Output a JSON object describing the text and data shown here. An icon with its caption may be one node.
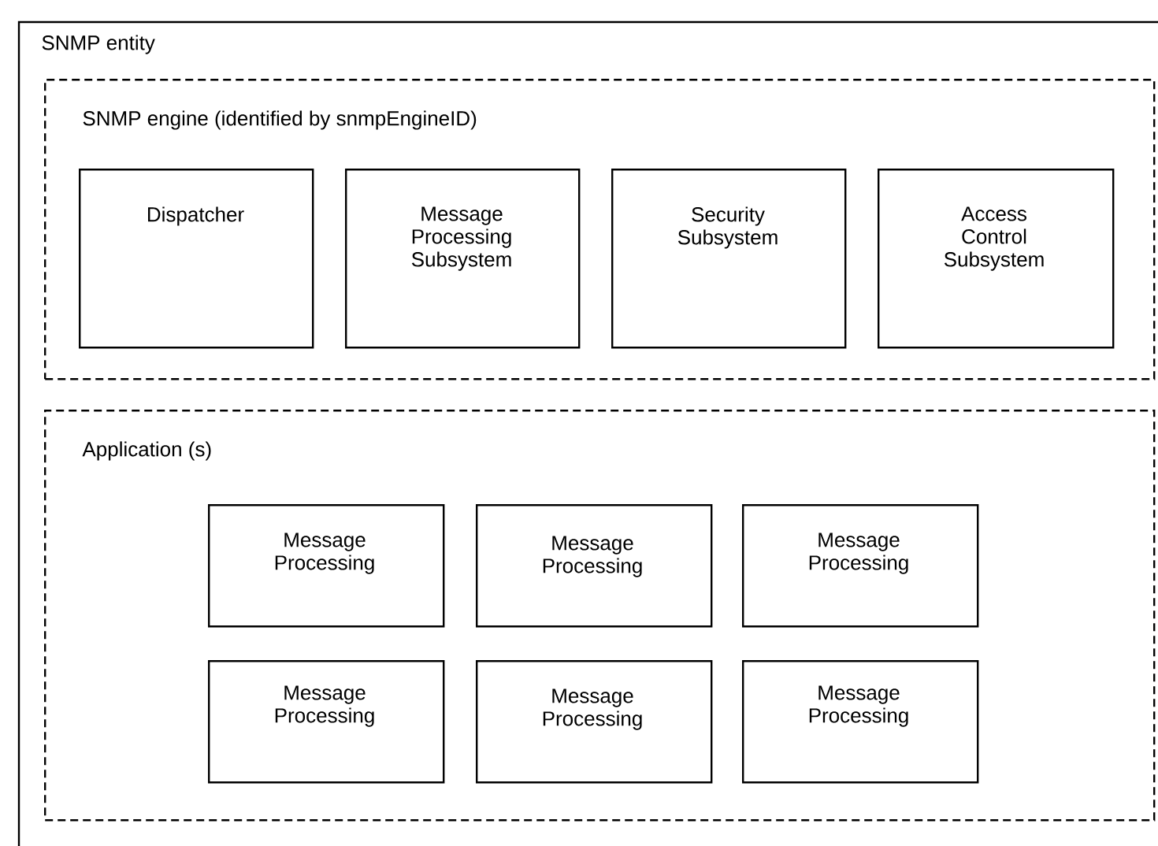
{
  "diagram": {
    "nodes": [
      {
        "text": [
          "SNMP entity"
        ]
      },
      {
        "text": [
          "SNMP engine (identified by snmpEngineID)"
        ],
        "in": 0
      },
      {
        "text": [
          "Dispatcher"
        ],
        "in": 1
      },
      {
        "text": [
          "Message Processing Subsystem"
        ],
        "in": 1
      },
      {
        "text": [
          "Security Subsystem"
        ],
        "in": 1
      },
      {
        "text": [
          "Access Control Subsystem"
        ],
        "in": 1
      },
      {
        "text": [
          "Application (s)"
        ],
        "in": 0
      },
      {
        "text": [
          "Message Processing"
        ],
        "in": 6
      },
      {
        "text": [
          "Message Processing"
        ],
        "in": 6
      },
      {
        "text": [
          "Message Processing"
        ],
        "in": 6
      },
      {
        "text": [
          "Message Processing"
        ],
        "in": 6
      },
      {
        "text": [
          "Message Processing"
        ],
        "in": 6
      },
      {
        "text": [
          "Message Processing"
        ],
        "in": 6
      }
    ]
  }
}
